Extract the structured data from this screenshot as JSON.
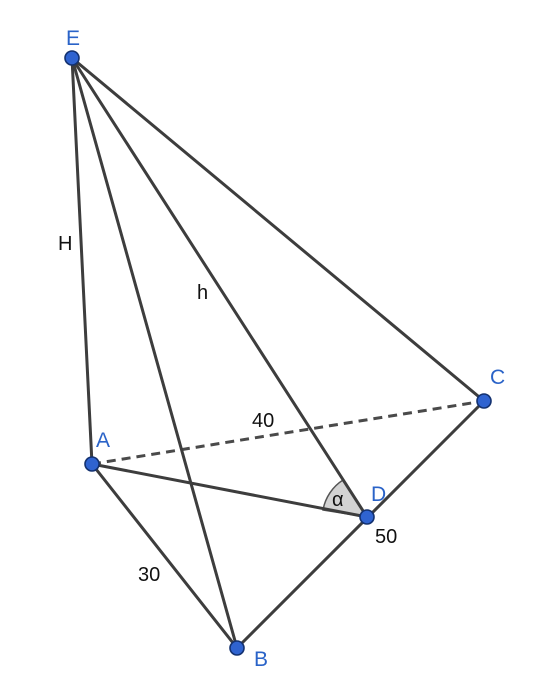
{
  "diagram": {
    "points": {
      "E": {
        "label": "E"
      },
      "A": {
        "label": "A"
      },
      "B": {
        "label": "B"
      },
      "C": {
        "label": "C"
      },
      "D": {
        "label": "D"
      }
    },
    "edge_labels": {
      "EA": "H",
      "ED": "h",
      "AC": "40",
      "AB": "30",
      "BC_at_D": "50"
    },
    "angle_label": "α",
    "colors": {
      "point_fill": "#2f63d0",
      "point_label": "#2a63c8",
      "edge": "#3d3d3d",
      "angle_fill": "#d3d3d3"
    }
  }
}
